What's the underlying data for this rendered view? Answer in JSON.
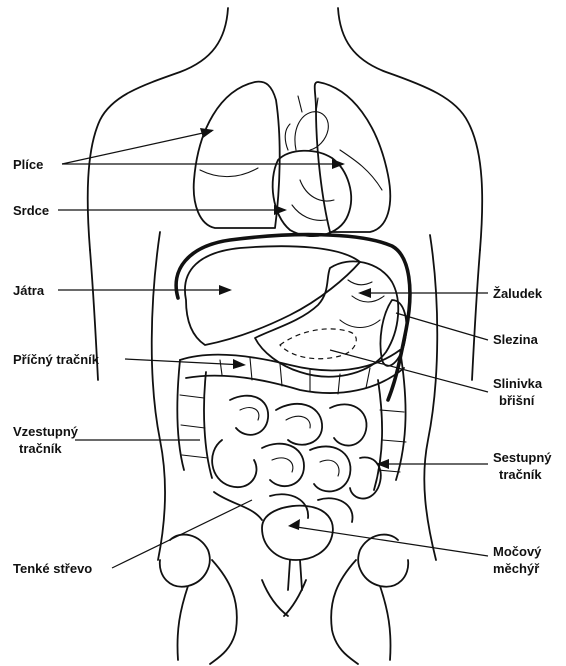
{
  "labels": {
    "plice": "Plíce",
    "srdce": "Srdce",
    "jatra": "Játra",
    "pricny_tracnik": "Příčný tračník",
    "vzestupny_tracnik": [
      "Vzestupný",
      "tračník"
    ],
    "tenke_strevo": "Tenké střevo",
    "zaludek": "Žaludek",
    "slezina": "Slezina",
    "slinivka_brisni": [
      "Slinivka",
      "břišní"
    ],
    "sestupny_tracnik": [
      "Sestupný",
      "tračník"
    ],
    "mocovy_mechyr": [
      "Močový",
      "měchýř"
    ]
  }
}
